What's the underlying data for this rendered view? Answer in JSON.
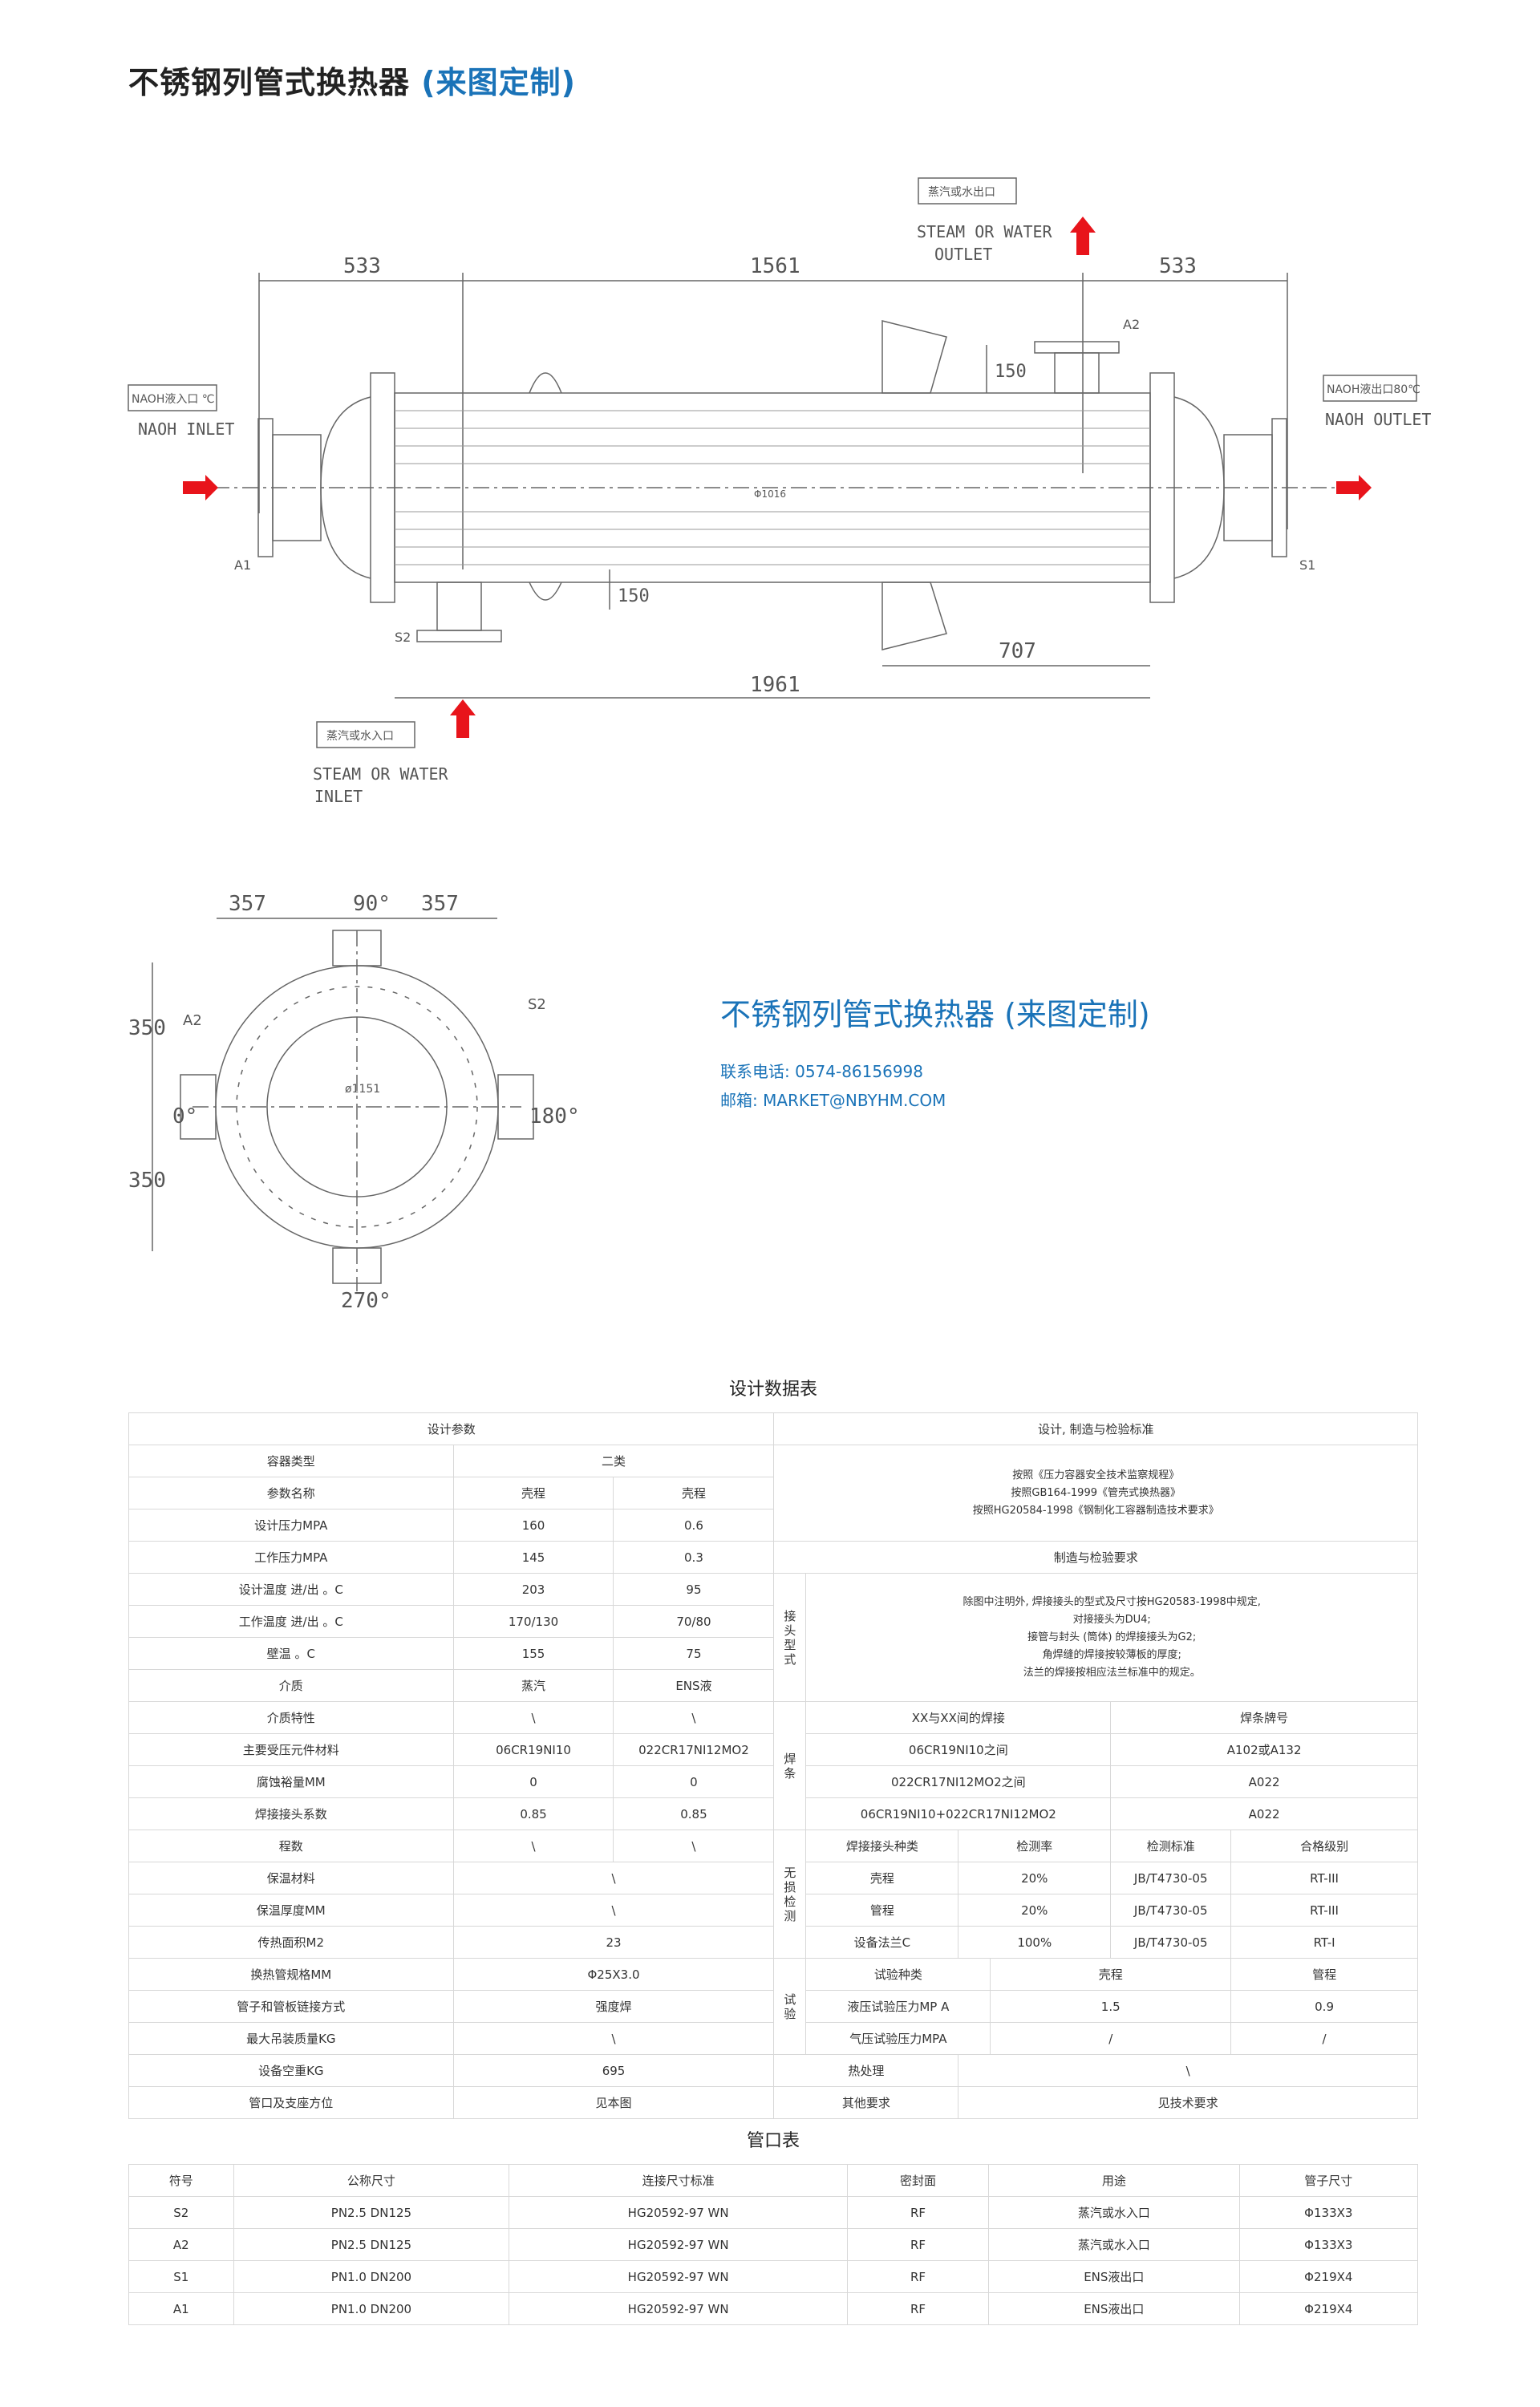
{
  "header": {
    "title_main": "不锈钢列管式换热器",
    "title_accent": "(来图定制)"
  },
  "drawing": {
    "labels": {
      "outlet_cn": "蒸汽或水出口",
      "outlet_en1": "STEAM OR WATER",
      "outlet_en2": "OUTLET",
      "inlet_cn": "蒸汽或水入口",
      "inlet_en1": "STEAM OR WATER",
      "inlet_en2": "INLET",
      "naoh_in_cn": "NAOH液入口 ℃",
      "naoh_in_en": "NAOH INLET",
      "naoh_out_cn": "NAOH液出口80℃",
      "naoh_out_en": "NAOH OUTLET",
      "diameter": "Φ1016",
      "a1": "A1",
      "a2": "A2",
      "s1": "S1",
      "s2": "S2",
      "end_diameter": "ø1151"
    },
    "dims": {
      "left": "533",
      "middle": "1561",
      "right": "533",
      "nozzle_h1": "150",
      "nozzle_h2": "150",
      "support": "707",
      "overall": "1961",
      "end_left": "357",
      "end_angle": "90°",
      "end_right": "357",
      "end_upper": "350",
      "end_lower": "350",
      "angle_0": "0°",
      "angle_180": "180°",
      "angle_270": "270°"
    }
  },
  "info": {
    "title": "不锈钢列管式换热器 (来图定制)",
    "phone": "联系电话: 0574-86156998",
    "email": "邮箱: MARKET@NBYHM.COM"
  },
  "design_table": {
    "caption": "设计数据表",
    "head_left": "设计参数",
    "head_right": "设计, 制造与检验标准",
    "rows": [
      {
        "name": "容器类型",
        "shell": "二类",
        "tube": ""
      },
      {
        "name": "参数名称",
        "shell": "壳程",
        "tube": "壳程"
      },
      {
        "name": "设计压力MPA",
        "shell": "160",
        "tube": "0.6"
      },
      {
        "name": "工作压力MPA",
        "shell": "145",
        "tube": "0.3"
      },
      {
        "name": "设计温度  进/出  。C",
        "shell": "203",
        "tube": "95"
      },
      {
        "name": "工作温度  进/出  。C",
        "shell": "170/130",
        "tube": "70/80"
      },
      {
        "name": "壁温 。C",
        "shell": "155",
        "tube": "75"
      },
      {
        "name": "介质",
        "shell": "蒸汽",
        "tube": "ENS液"
      },
      {
        "name": "介质特性",
        "shell": "\\",
        "tube": "\\"
      },
      {
        "name": "主要受压元件材料",
        "shell": "06CR19NI10",
        "tube": "022CR17NI12MO2"
      },
      {
        "name": "腐蚀裕量MM",
        "shell": "0",
        "tube": "0"
      },
      {
        "name": "焊接接头系数",
        "shell": "0.85",
        "tube": "0.85"
      },
      {
        "name": "程数",
        "shell": "\\",
        "tube": "\\"
      },
      {
        "name": "保温材料",
        "merged": "\\"
      },
      {
        "name": "保温厚度MM",
        "merged": "\\"
      },
      {
        "name": "传热面积M2",
        "merged": "23"
      },
      {
        "name": "换热管规格MM",
        "merged": "Φ25X3.0"
      },
      {
        "name": "管子和管板链接方式",
        "merged": "强度焊"
      },
      {
        "name": "最大吊装质量KG",
        "merged": "\\"
      },
      {
        "name": "设备空重KG",
        "merged": "695"
      },
      {
        "name": "管口及支座方位",
        "merged": "见本图"
      }
    ],
    "standards": [
      "按照《压力容器安全技术监察规程》",
      "按照GB164-1999《管壳式换热器》",
      "按照HG20584-1998《钢制化工容器制造技术要求》"
    ],
    "manufacture_title": "制造与检验要求",
    "joint_label": [
      "接",
      "头",
      "型",
      "式"
    ],
    "joint_text": [
      "除图中注明外, 焊接接头的型式及尺寸按HG20583-1998中规定,",
      "对接接头为DU4;",
      "接管与封头 (筒体) 的焊接接头为G2;",
      "角焊缝的焊接按较薄板的厚度;",
      "法兰的焊接按相应法兰标准中的规定。"
    ],
    "weld_label": [
      "焊",
      "条"
    ],
    "weld_head": {
      "a": "XX与XX间的焊接",
      "b": "焊条牌号"
    },
    "weld_rows": [
      {
        "a": "06CR19NI10之间",
        "b": "A102或A132"
      },
      {
        "a": "022CR17NI12MO2之间",
        "b": "A022"
      },
      {
        "a": "06CR19NI10+022CR17NI12MO2",
        "b": "A022"
      }
    ],
    "ndt_label": [
      "无",
      "损",
      "检",
      "测"
    ],
    "ndt_head": [
      "焊接接头种类",
      "检测率",
      "检测标准",
      "合格级别"
    ],
    "ndt_rows": [
      [
        "壳程",
        "20%",
        "JB/T4730-05",
        "RT-III"
      ],
      [
        "管程",
        "20%",
        "JB/T4730-05",
        "RT-III"
      ],
      [
        "设备法兰C",
        "100%",
        "JB/T4730-05",
        "RT-I"
      ]
    ],
    "test_label": [
      "试",
      "验"
    ],
    "test_head": [
      "试验种类",
      "壳程",
      "管程"
    ],
    "test_rows": [
      [
        "液压试验压力MP A",
        "1.5",
        "0.9"
      ],
      [
        "气压试验压力MPA",
        "/",
        "/"
      ]
    ],
    "heat_label": "热处理",
    "heat_value": "\\",
    "other_label": "其他要求",
    "other_value": "见技术要求"
  },
  "nozzle_table": {
    "caption": "管口表",
    "headers": [
      "符号",
      "公称尺寸",
      "连接尺寸标准",
      "密封面",
      "用途",
      "管子尺寸"
    ],
    "rows": [
      [
        "S2",
        "PN2.5  DN125",
        "HG20592-97 WN",
        "RF",
        "蒸汽或水入口",
        "Φ133X3"
      ],
      [
        "A2",
        "PN2.5  DN125",
        "HG20592-97 WN",
        "RF",
        "蒸汽或水入口",
        "Φ133X3"
      ],
      [
        "S1",
        "PN1.0  DN200",
        "HG20592-97 WN",
        "RF",
        "ENS液出口",
        "Φ219X4"
      ],
      [
        "A1",
        "PN1.0  DN200",
        "HG20592-97 WN",
        "RF",
        "ENS液出口",
        "Φ219X4"
      ]
    ]
  },
  "colors": {
    "accent": "#1a73b8",
    "arrow": "#e8141b",
    "line": "#666666"
  }
}
